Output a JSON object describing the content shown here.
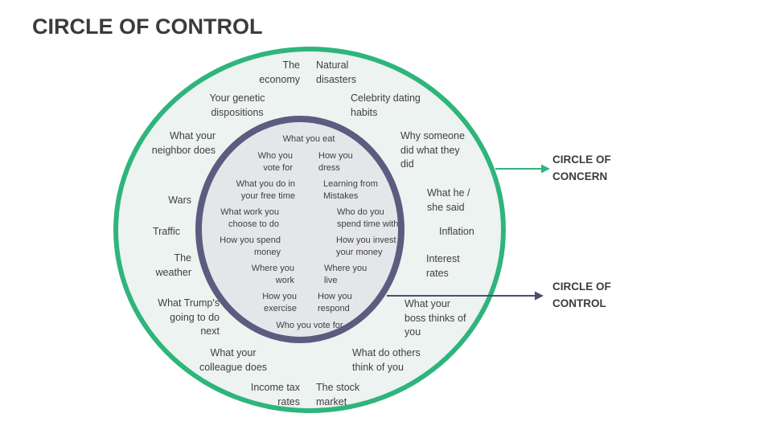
{
  "slide": {
    "title": "CIRCLE OF CONTROL"
  },
  "callouts": {
    "concern": "CIRCLE OF\nCONCERN",
    "control": "CIRCLE OF\nCONTROL"
  },
  "colors": {
    "outer_circle_border": "#2fb57c",
    "outer_circle_fill": "#edf3f1",
    "inner_circle_border": "#5c5c80",
    "inner_circle_fill": "#e4e6e9",
    "text": "#3f3f3f",
    "concern_arrow": "#2fb57c",
    "control_arrow": "#4c4c6e"
  },
  "concern_items": [
    "The\neconomy",
    "Natural\ndisasters",
    "Your genetic\ndispositions",
    "Celebrity dating\nhabits",
    "What your\nneighbor does",
    "Why someone\ndid what they\ndid",
    "Wars",
    "What he /\nshe said",
    "Traffic",
    "Inflation",
    "The\nweather",
    "Interest\nrates",
    "What Trump's\ngoing to do\nnext",
    "What your\nboss thinks of\nyou",
    "What your\ncolleague does",
    "What do others\nthink of you",
    "Income tax\nrates",
    "The stock\nmarket"
  ],
  "control_items": [
    "What you eat",
    "Who you\nvote for",
    "How you\ndress",
    "What you do in\nyour free time",
    "Learning from\nMistakes",
    "What work you\nchoose to do",
    "Who do you\nspend time with",
    "How you spend\nmoney",
    "How you invest\nyour money",
    "Where you\nwork",
    "Where you\nlive",
    "How you\nexercise",
    "How you\nrespond",
    "Who you vote for"
  ]
}
